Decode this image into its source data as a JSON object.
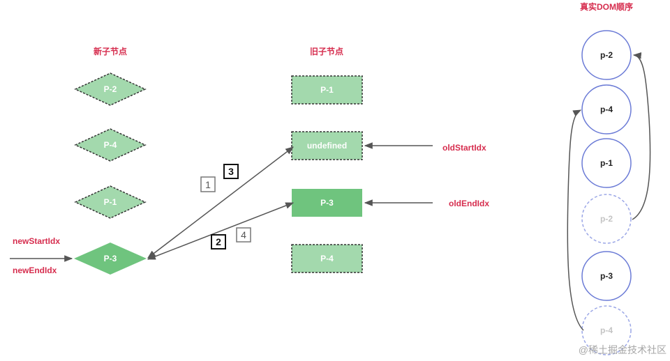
{
  "titles": {
    "new_children": "新子节点",
    "old_children": "旧子节点",
    "real_dom_order": "真实DOM顺序"
  },
  "new_children": [
    {
      "label": "P-2",
      "state": "processed"
    },
    {
      "label": "P-4",
      "state": "processed"
    },
    {
      "label": "P-1",
      "state": "processed"
    },
    {
      "label": "P-3",
      "state": "current"
    }
  ],
  "old_children": [
    {
      "label": "P-1",
      "state": "processed"
    },
    {
      "label": "undefined",
      "state": "processed"
    },
    {
      "label": "P-3",
      "state": "current"
    },
    {
      "label": "P-4",
      "state": "processed"
    }
  ],
  "pointers": {
    "new_start": "newStartIdx",
    "new_end": "newEndIdx",
    "old_start": "oldStartIdx",
    "old_end": "oldEndIdx"
  },
  "steps": [
    {
      "label": "1",
      "emphasis": false
    },
    {
      "label": "3",
      "emphasis": true
    },
    {
      "label": "2",
      "emphasis": true
    },
    {
      "label": "4",
      "emphasis": false
    }
  ],
  "real_dom": [
    {
      "label": "p-2",
      "state": "real"
    },
    {
      "label": "p-4",
      "state": "real"
    },
    {
      "label": "p-1",
      "state": "real"
    },
    {
      "label": "p-2",
      "state": "ghost"
    },
    {
      "label": "p-3",
      "state": "real"
    },
    {
      "label": "p-4",
      "state": "ghost"
    }
  ],
  "watermark": "@稀土掘金技术社区",
  "colors": {
    "title_red": "#d62d4e",
    "node_light": "#a3d9ad",
    "node_current": "#6fc47e",
    "dom_circle": "#6b7bd6",
    "dom_ghost": "#9aa6e6",
    "arrow": "#555555"
  }
}
